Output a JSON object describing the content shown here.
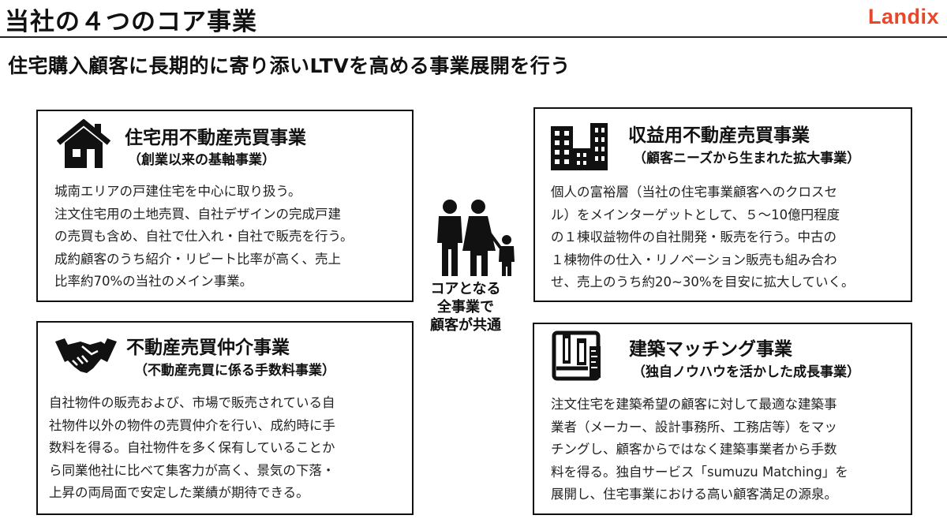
{
  "header": {
    "title": "当社の４つのコア事業",
    "logo": "Landix"
  },
  "subtitle": "住宅購入顧客に長期的に寄り添いLTVを高める事業展開を行う",
  "center": {
    "label_lines": [
      "コアとなる",
      "全事業で",
      "顧客が共通"
    ]
  },
  "cards": {
    "residential": {
      "title": "住宅用不動産売買事業",
      "subtitle": "（創業以来の基軸事業）",
      "lines": [
        "城南エリアの戸建住宅を中心に取り扱う。",
        "注文住宅用の土地売買、自社デザインの完成戸建",
        "の売買も含め、自社で仕入れ・自社で販売を行う。",
        "成約顧客のうち紹介・リピート比率が高く、売上",
        "比率約70%の当社のメイン事業。"
      ]
    },
    "income": {
      "title": "収益用不動産売買事業",
      "subtitle": "（顧客ニーズから生まれた拡大事業）",
      "lines": [
        "個人の富裕層（当社の住宅事業顧客へのクロスセ",
        "ル）をメインターゲットとして、５～10億円程度",
        "の１棟収益物件の自社開発・販売を行う。中古の",
        "１棟物件の仕入・リノベーション販売も組み合わ",
        "せ、売上のうち約20~30%を目安に拡大していく。"
      ]
    },
    "brokerage": {
      "title": "不動産売買仲介事業",
      "subtitle": "（不動産売買に係る手数料事業）",
      "lines": [
        "自社物件の販売および、市場で販売されている自",
        "社物件以外の物件の売買仲介を行い、成約時に手",
        "数料を得る。自社物件を多く保有していることか",
        "ら同業他社に比べて集客力が高く、景気の下落・",
        "上昇の両局面で安定した業績が期待できる。"
      ]
    },
    "matching": {
      "title": "建築マッチング事業",
      "subtitle": "（独自ノウハウを活かした成長事業）",
      "lines": [
        "注文住宅を建築希望の顧客に対して最適な建築事",
        "業者（メーカー、設計事務所、工務店等）をマッ",
        "チングし、顧客からではなく建築事業者から手数",
        "料を得る。独自サービス「sumuzu Matching」を",
        "展開し、住宅事業における高い顧客満足の源泉。"
      ]
    }
  }
}
